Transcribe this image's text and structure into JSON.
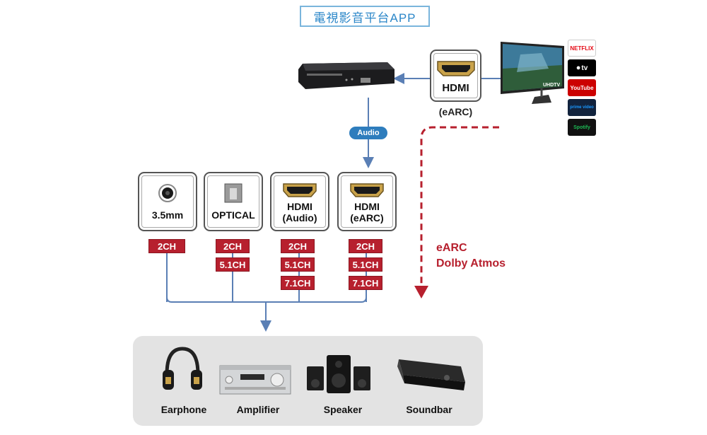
{
  "title": "電視影音平台APP",
  "tv_link": {
    "connector": "HDMI",
    "mode": "(eARC)"
  },
  "tv": {
    "screen_badge": "UHDTV"
  },
  "streaming_apps": [
    {
      "label": "NETFLIX",
      "color": "#e50914"
    },
    {
      "label": "tv",
      "color": "#000000"
    },
    {
      "label": "YouTube",
      "color": "#cc0000"
    },
    {
      "label": "prime video",
      "color": "#1a98ff"
    },
    {
      "label": "Spotify",
      "color": "#1db954"
    }
  ],
  "audio_pill": "Audio",
  "ports": [
    {
      "label": "3.5mm",
      "icon": "audio-jack-icon",
      "channels": [
        "2CH"
      ]
    },
    {
      "label": "OPTICAL",
      "icon": "optical-port-icon",
      "channels": [
        "2CH",
        "5.1CH"
      ]
    },
    {
      "label_line1": "HDMI",
      "label_line2": "(Audio)",
      "icon": "hdmi-port-icon",
      "channels": [
        "2CH",
        "5.1CH",
        "7.1CH"
      ]
    },
    {
      "label_line1": "HDMI",
      "label_line2": "(eARC)",
      "icon": "hdmi-port-icon",
      "channels": [
        "2CH",
        "5.1CH",
        "7.1CH"
      ]
    }
  ],
  "earc_note": {
    "line1": "eARC",
    "line2": "Dolby Atmos"
  },
  "devices": [
    {
      "label": "Earphone",
      "icon": "headphones-icon"
    },
    {
      "label": "Amplifier",
      "icon": "amplifier-icon"
    },
    {
      "label": "Speaker",
      "icon": "speaker-icon"
    },
    {
      "label": "Soundbar",
      "icon": "soundbar-icon"
    }
  ],
  "colors": {
    "accent_red": "#b7202e",
    "line_blue": "#5a7fb5",
    "title_blue": "#2a86c8"
  }
}
